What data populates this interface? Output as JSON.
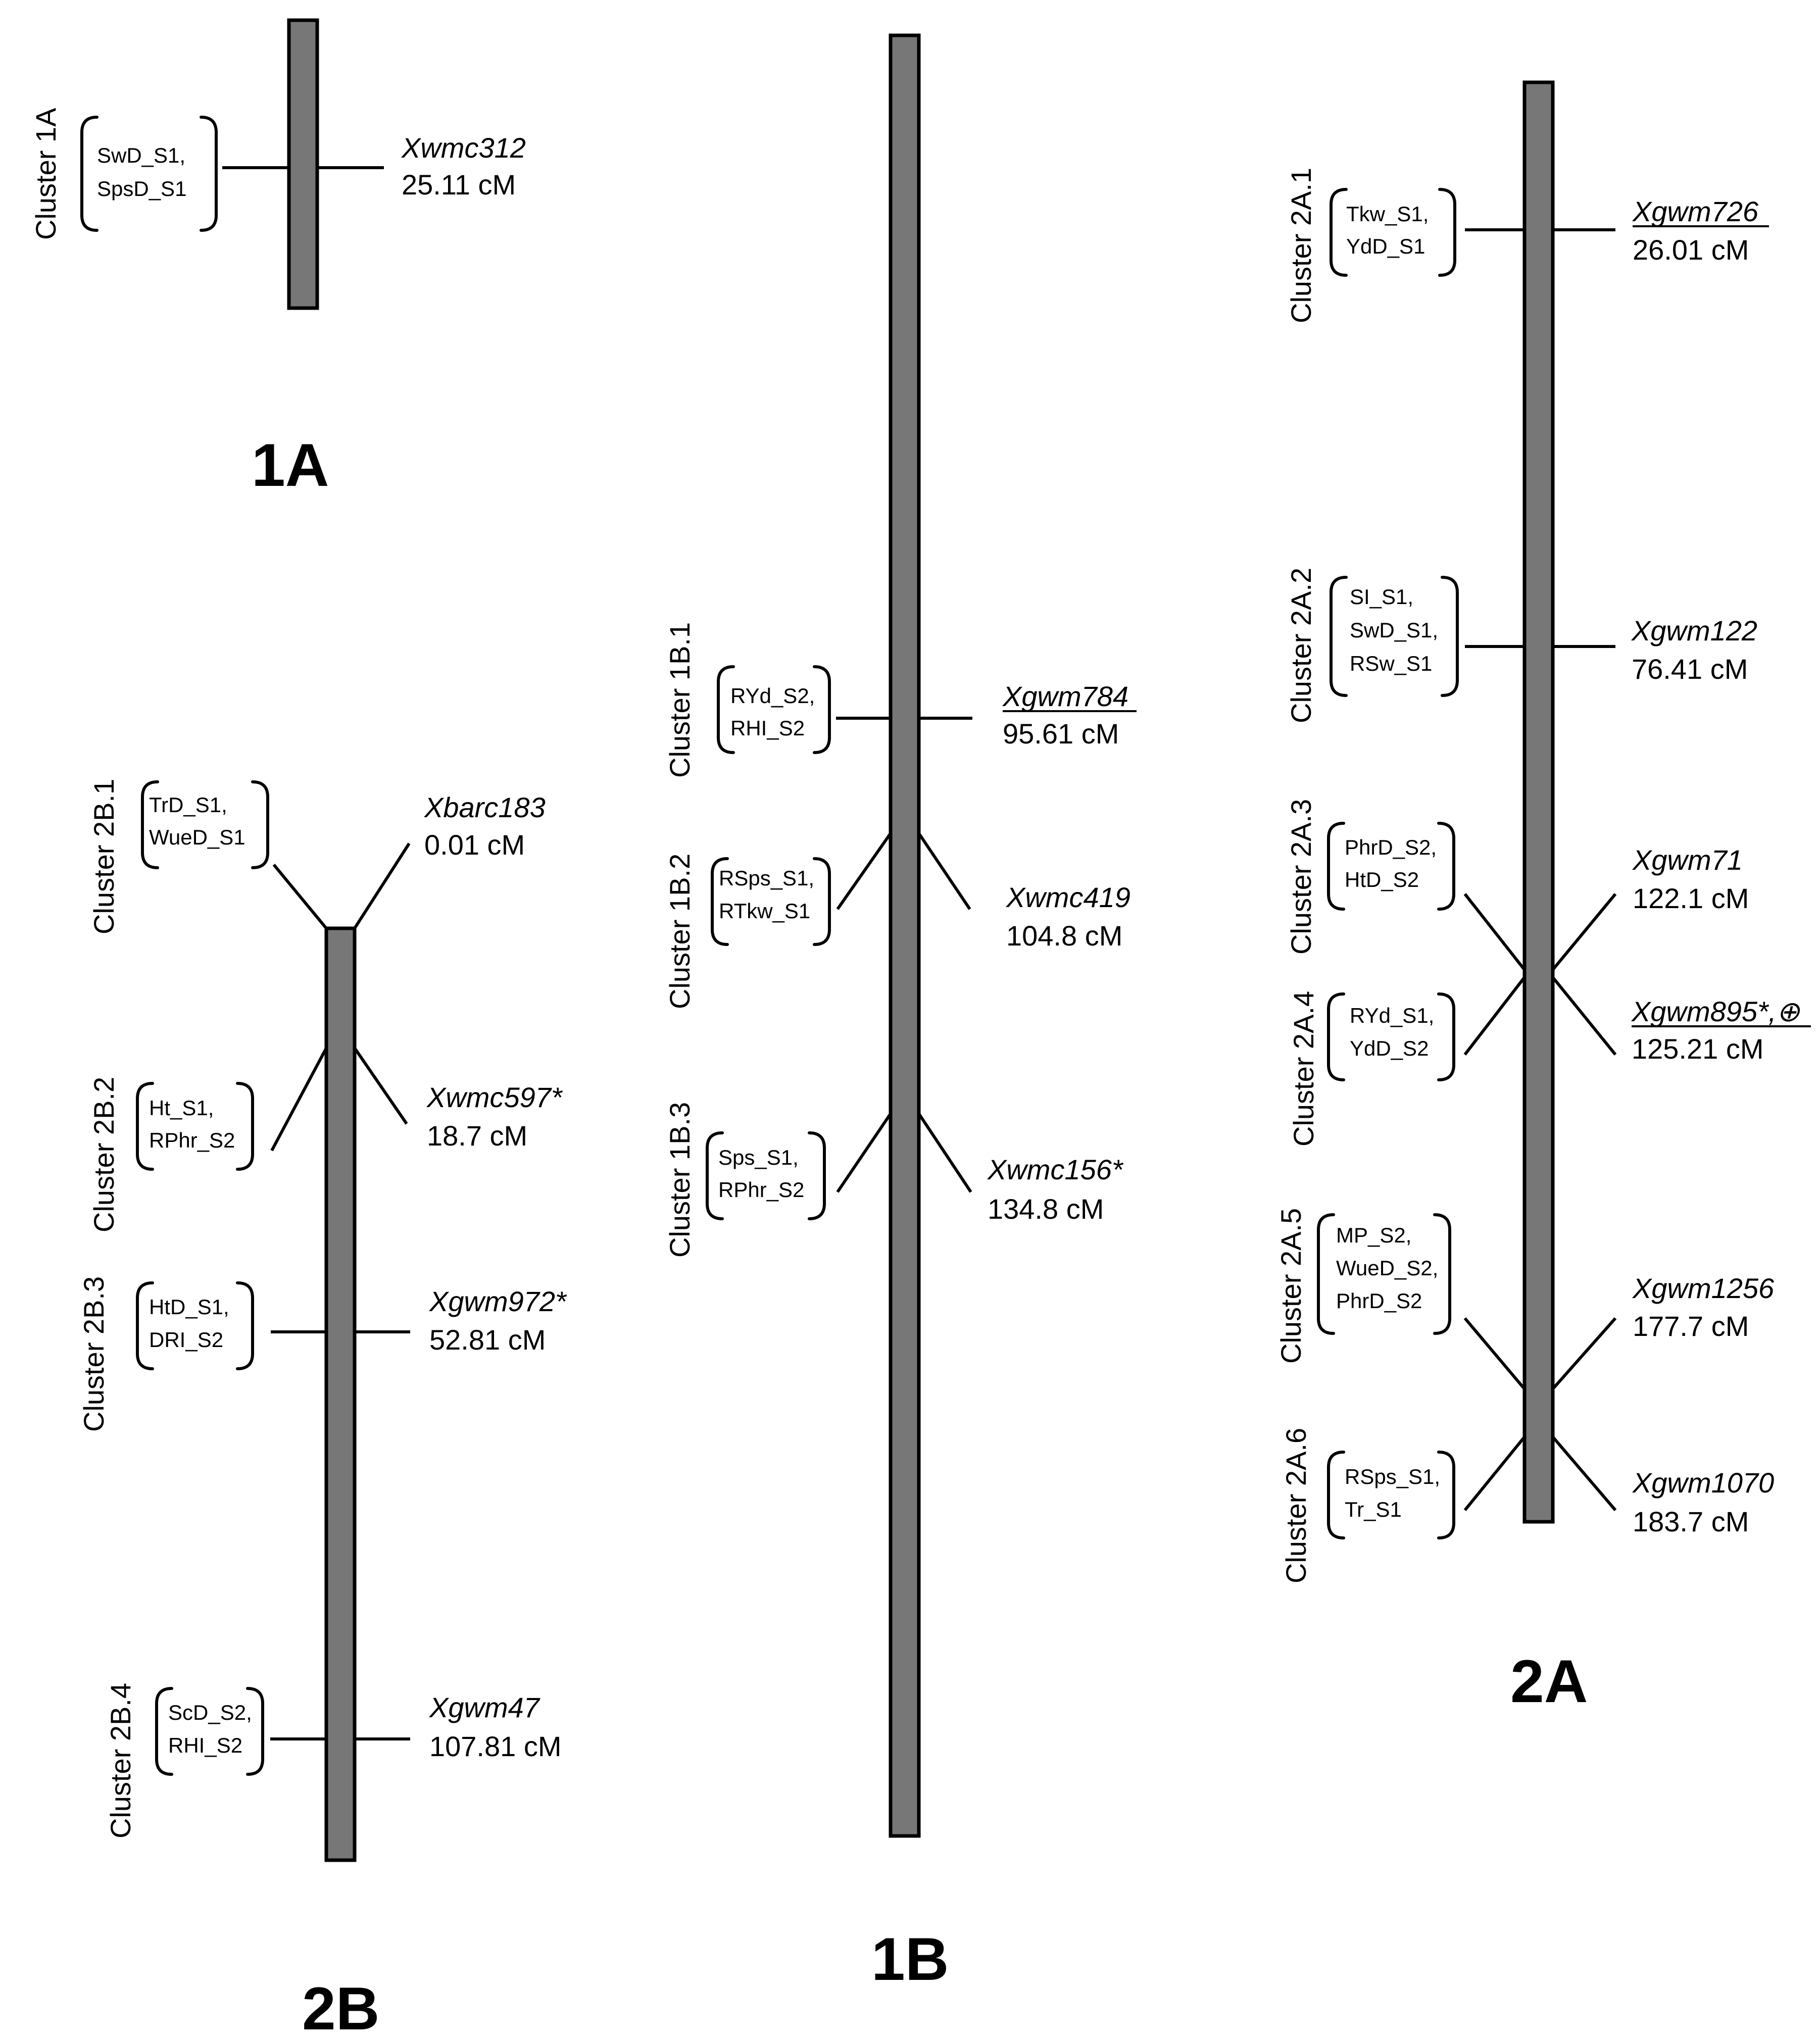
{
  "chromosomes": [
    {
      "name": "1A",
      "loci": [
        {
          "cluster": "Cluster 1A",
          "traits": [
            "SwD_S1,",
            "SpsD_S1"
          ],
          "marker": "Xwmc312",
          "position": "25.11 cM",
          "underline": false
        }
      ]
    },
    {
      "name": "1B",
      "loci": [
        {
          "cluster": "Cluster 1B.1",
          "traits": [
            "RYd_S2,",
            "RHI_S2"
          ],
          "marker": "Xgwm784",
          "position": "95.61 cM",
          "underline": true
        },
        {
          "cluster": "Cluster 1B.2",
          "traits": [
            "RSps_S1,",
            "RTkw_S1"
          ],
          "marker": "Xwmc419",
          "position": "104.8 cM",
          "underline": false
        },
        {
          "cluster": "Cluster 1B.3",
          "traits": [
            "Sps_S1,",
            "RPhr_S2"
          ],
          "marker": "Xwmc156*",
          "position": "134.8 cM",
          "underline": false
        }
      ]
    },
    {
      "name": "2A",
      "loci": [
        {
          "cluster": "Cluster 2A.1",
          "traits": [
            "Tkw_S1,",
            "YdD_S1"
          ],
          "marker": "Xgwm726",
          "position": "26.01 cM",
          "underline": true
        },
        {
          "cluster": "Cluster 2A.2",
          "traits": [
            "SI_S1,",
            "SwD_S1,",
            "RSw_S1"
          ],
          "marker": "Xgwm122",
          "position": "76.41 cM",
          "underline": false
        },
        {
          "cluster": "Cluster 2A.3",
          "traits": [
            "PhrD_S2,",
            "HtD_S2"
          ],
          "marker": "Xgwm71",
          "position": "122.1 cM",
          "underline": false
        },
        {
          "cluster": "Cluster 2A.4",
          "traits": [
            "RYd_S1,",
            "YdD_S2"
          ],
          "marker": "Xgwm895*,⊕",
          "position": "125.21 cM",
          "underline": true
        },
        {
          "cluster": "Cluster 2A.5",
          "traits": [
            "MP_S2,",
            "WueD_S2,",
            "PhrD_S2"
          ],
          "marker": "Xgwm1256",
          "position": "177.7 cM",
          "underline": false
        },
        {
          "cluster": "Cluster 2A.6",
          "traits": [
            "RSps_S1,",
            "Tr_S1"
          ],
          "marker": "Xgwm1070",
          "position": "183.7 cM",
          "underline": false
        }
      ]
    },
    {
      "name": "2B",
      "loci": [
        {
          "cluster": "Cluster 2B.1",
          "traits": [
            "TrD_S1,",
            "WueD_S1"
          ],
          "marker": "Xbarc183",
          "position": "0.01 cM",
          "underline": false
        },
        {
          "cluster": "Cluster 2B.2",
          "traits": [
            "Ht_S1,",
            "RPhr_S2"
          ],
          "marker": "Xwmc597*",
          "position": "18.7 cM",
          "underline": false
        },
        {
          "cluster": "Cluster 2B.3",
          "traits": [
            "HtD_S1,",
            "DRI_S2"
          ],
          "marker": "Xgwm972*",
          "position": "52.81 cM",
          "underline": false
        },
        {
          "cluster": "Cluster 2B.4",
          "traits": [
            "ScD_S2,",
            "RHI_S2"
          ],
          "marker": "Xgwm47",
          "position": "107.81 cM",
          "underline": false
        }
      ]
    }
  ]
}
